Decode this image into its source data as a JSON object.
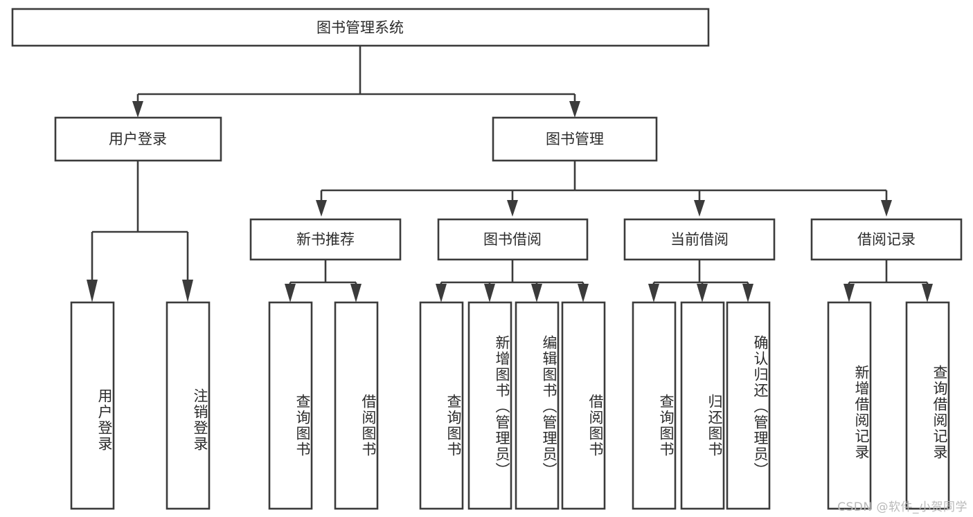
{
  "diagram": {
    "type": "tree-hierarchy",
    "title": "图书管理系统",
    "watermark": "CSDN @软件_小贺同学",
    "colors": {
      "stroke": "#3b3b3b",
      "box_fill": "#ffffff",
      "text": "#2b2b2b",
      "watermark": "#b9b9b9",
      "background": "#ffffff"
    },
    "root": {
      "label": "图书管理系统"
    },
    "level2": [
      {
        "label": "用户登录"
      },
      {
        "label": "图书管理"
      }
    ],
    "level3": [
      {
        "label": "新书推荐"
      },
      {
        "label": "图书借阅"
      },
      {
        "label": "当前借阅"
      },
      {
        "label": "借阅记录"
      }
    ],
    "leaves": {
      "user_login": [
        {
          "label": "用户登录"
        },
        {
          "label": "注销登录"
        }
      ],
      "new_book_recommend": [
        {
          "label": "查询图书"
        },
        {
          "label": "借阅图书"
        }
      ],
      "book_borrow": [
        {
          "label": "查询图书"
        },
        {
          "label": "新增图书（管理员）"
        },
        {
          "label": "编辑图书（管理员）"
        },
        {
          "label": "借阅图书"
        }
      ],
      "current_borrow": [
        {
          "label": "查询图书"
        },
        {
          "label": "归还图书"
        },
        {
          "label": "确认归还（管理员）"
        }
      ],
      "borrow_record": [
        {
          "label": "新增借阅记录"
        },
        {
          "label": "查询借阅记录"
        }
      ]
    }
  }
}
